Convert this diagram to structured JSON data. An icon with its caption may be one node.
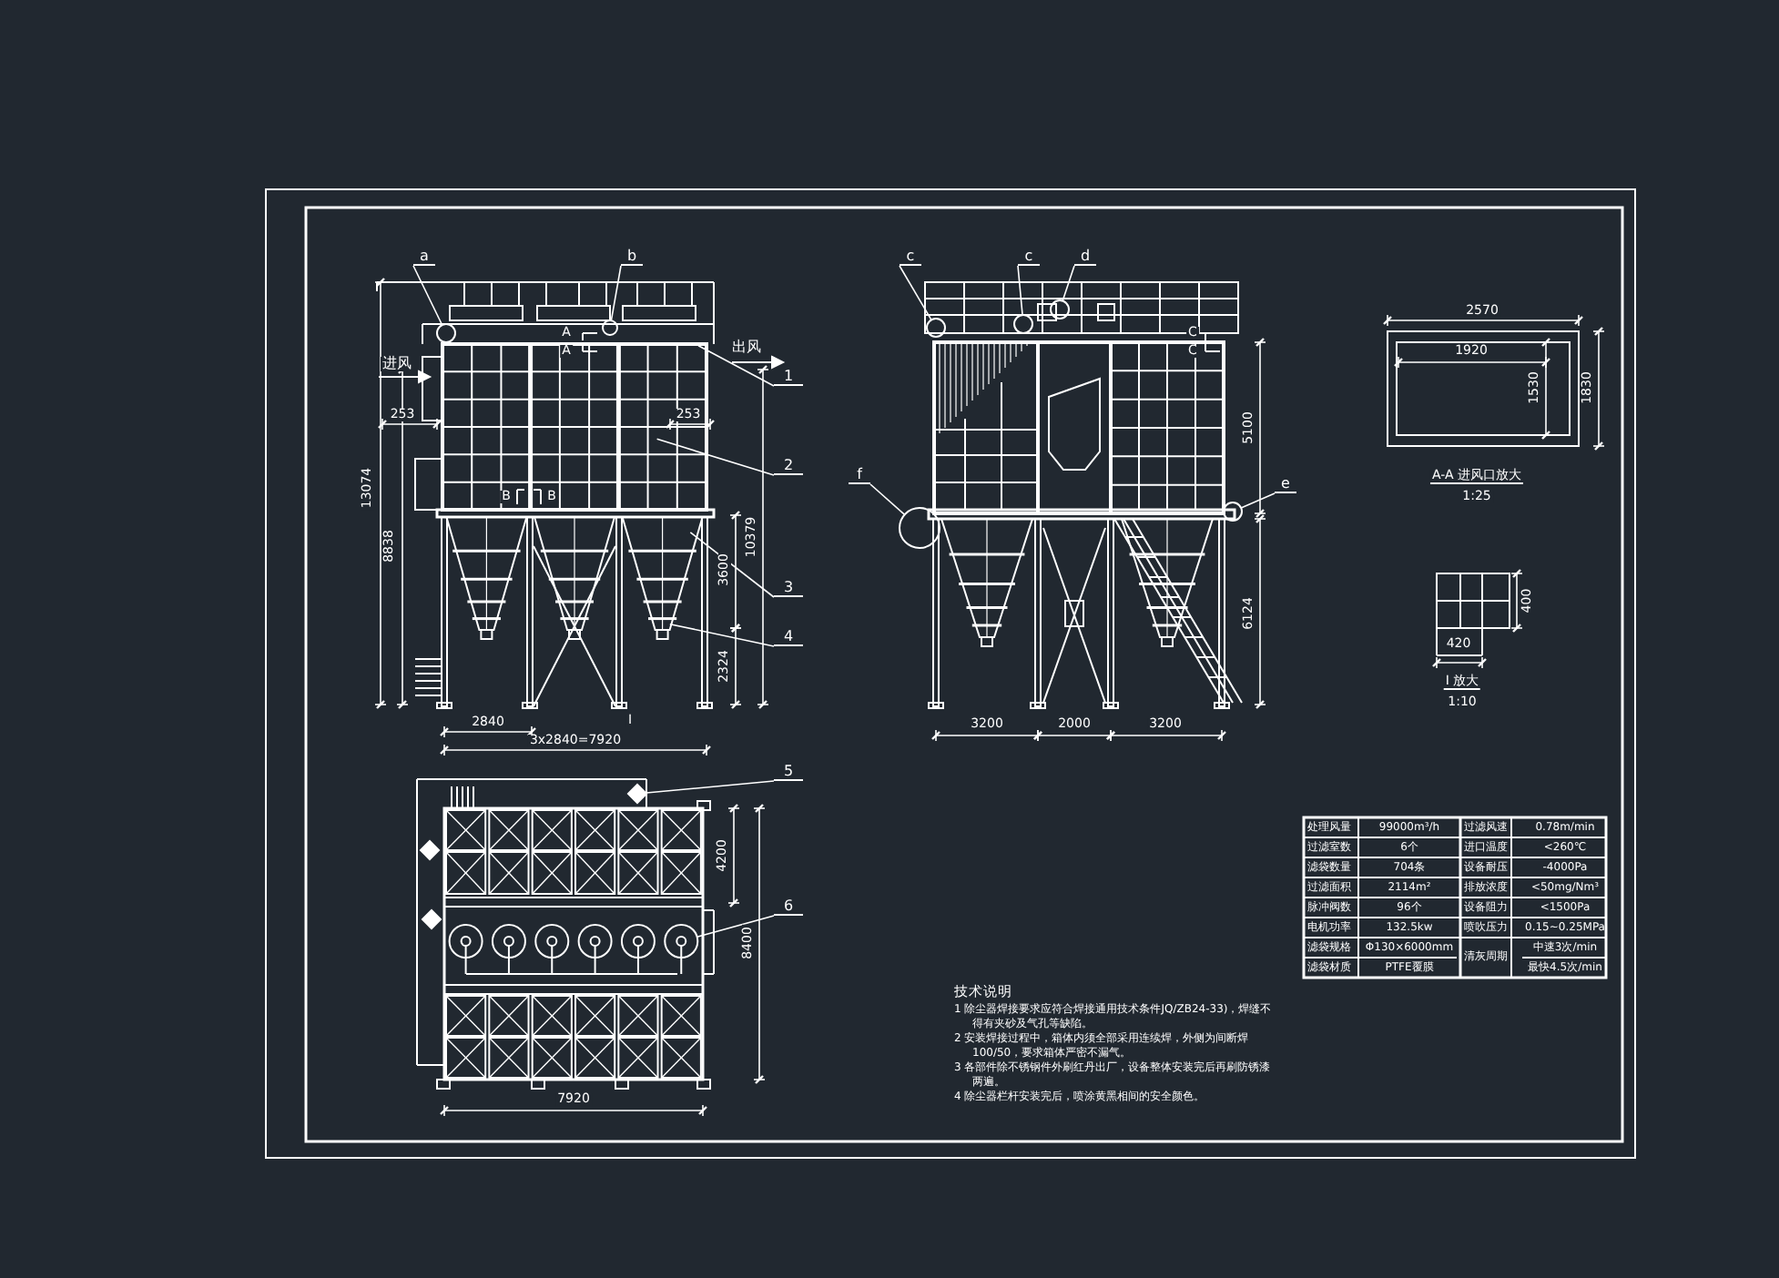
{
  "diagram": {
    "nodes": [
      {
        "text": [
          "a"
        ]
      },
      {
        "text": [
          "b"
        ]
      },
      {
        "text": [
          "1"
        ]
      },
      {
        "text": [
          "2"
        ]
      },
      {
        "text": [
          "3"
        ]
      },
      {
        "text": [
          "4"
        ]
      },
      {
        "text": [
          "c"
        ]
      },
      {
        "text": [
          "c"
        ]
      },
      {
        "text": [
          "d"
        ]
      },
      {
        "text": [
          "f"
        ]
      },
      {
        "text": [
          "e"
        ]
      },
      {
        "text": [
          "5"
        ]
      },
      {
        "text": [
          "6"
        ]
      },
      {
        "text": [],
        "shape": "circle"
      },
      {
        "text": [],
        "shape": "circle"
      },
      {
        "text": [],
        "shape": "circle"
      },
      {
        "text": [],
        "shape": "circle"
      },
      {
        "text": [],
        "shape": "circle"
      },
      {
        "text": [],
        "shape": "circle"
      },
      {
        "text": [],
        "shape": "circle"
      },
      {
        "text": [],
        "shape": "circle"
      },
      {
        "text": [],
        "shape": "diamond"
      }
    ],
    "edges": [
      {
        "from": 0,
        "to": 15,
        "arrow": "none"
      },
      {
        "from": 1,
        "to": 16,
        "arrow": "none"
      },
      {
        "from": 2,
        "to": null,
        "arrow": "none"
      },
      {
        "from": 3,
        "to": null,
        "arrow": "none"
      },
      {
        "from": 4,
        "to": null,
        "arrow": "none"
      },
      {
        "from": 5,
        "to": null,
        "arrow": "none"
      },
      {
        "from": 6,
        "to": 17,
        "arrow": "none"
      },
      {
        "from": 7,
        "to": 18,
        "arrow": "none"
      },
      {
        "from": 8,
        "to": 19,
        "arrow": "none"
      },
      {
        "from": 9,
        "to": 13,
        "arrow": "none"
      },
      {
        "from": 10,
        "to": 20,
        "arrow": "none"
      },
      {
        "from": 11,
        "to": 21,
        "arrow": "none"
      },
      {
        "from": 12,
        "to": 14,
        "arrow": "none"
      }
    ],
    "labels": [
      "进风",
      "出风",
      "A",
      "A",
      "B",
      "B",
      "253",
      "253",
      "13074",
      "8838",
      "10379",
      "3600",
      "2324",
      "2840",
      "3x2840=7920",
      "I",
      "C",
      "C",
      "5100",
      "6124",
      "3200",
      "2000",
      "3200",
      "2570",
      "1920",
      "1530",
      "1830",
      "A-A 进风口放大",
      "1:25",
      "400",
      "420",
      "I 放大",
      "1:10",
      "4200",
      "8400",
      "7920",
      "处理风量",
      "99000m³/h",
      "过滤风速",
      "0.78m/min",
      "过滤室数",
      "6个",
      "进口温度",
      "<260℃",
      "滤袋数量",
      "704条",
      "设备耐压",
      "-4000Pa",
      "过滤面积",
      "2114m²",
      "排放浓度",
      "<50mg/Nm³",
      "脉冲阀数",
      "96个",
      "设备阻力",
      "<1500Pa",
      "电机功率",
      "132.5kw",
      "喷吹压力",
      "0.15~0.25MPa",
      "滤袋规格",
      "Φ130×6000mm",
      "清灰周期",
      "中速3次/min",
      "滤袋材质",
      "PTFE覆膜",
      "最快4.5次/min",
      "技术说明",
      "1 除尘器焊接要求应符合焊接通用技术条件JQ/ZB24-33)，焊缝不得有夹砂及气孔等缺陷。",
      "2 安装焊接过程中，箱体内须全部采用连续焊，外侧为间断焊100/50，要求箱体严密不漏气。",
      "3 各部件除不锈钢件外刷红丹出厂，设备整体安装完后再刷防锈漆两遍。",
      "4 除尘器栏杆安装完后，喷涂黄黑相间的安全颜色。"
    ]
  }
}
